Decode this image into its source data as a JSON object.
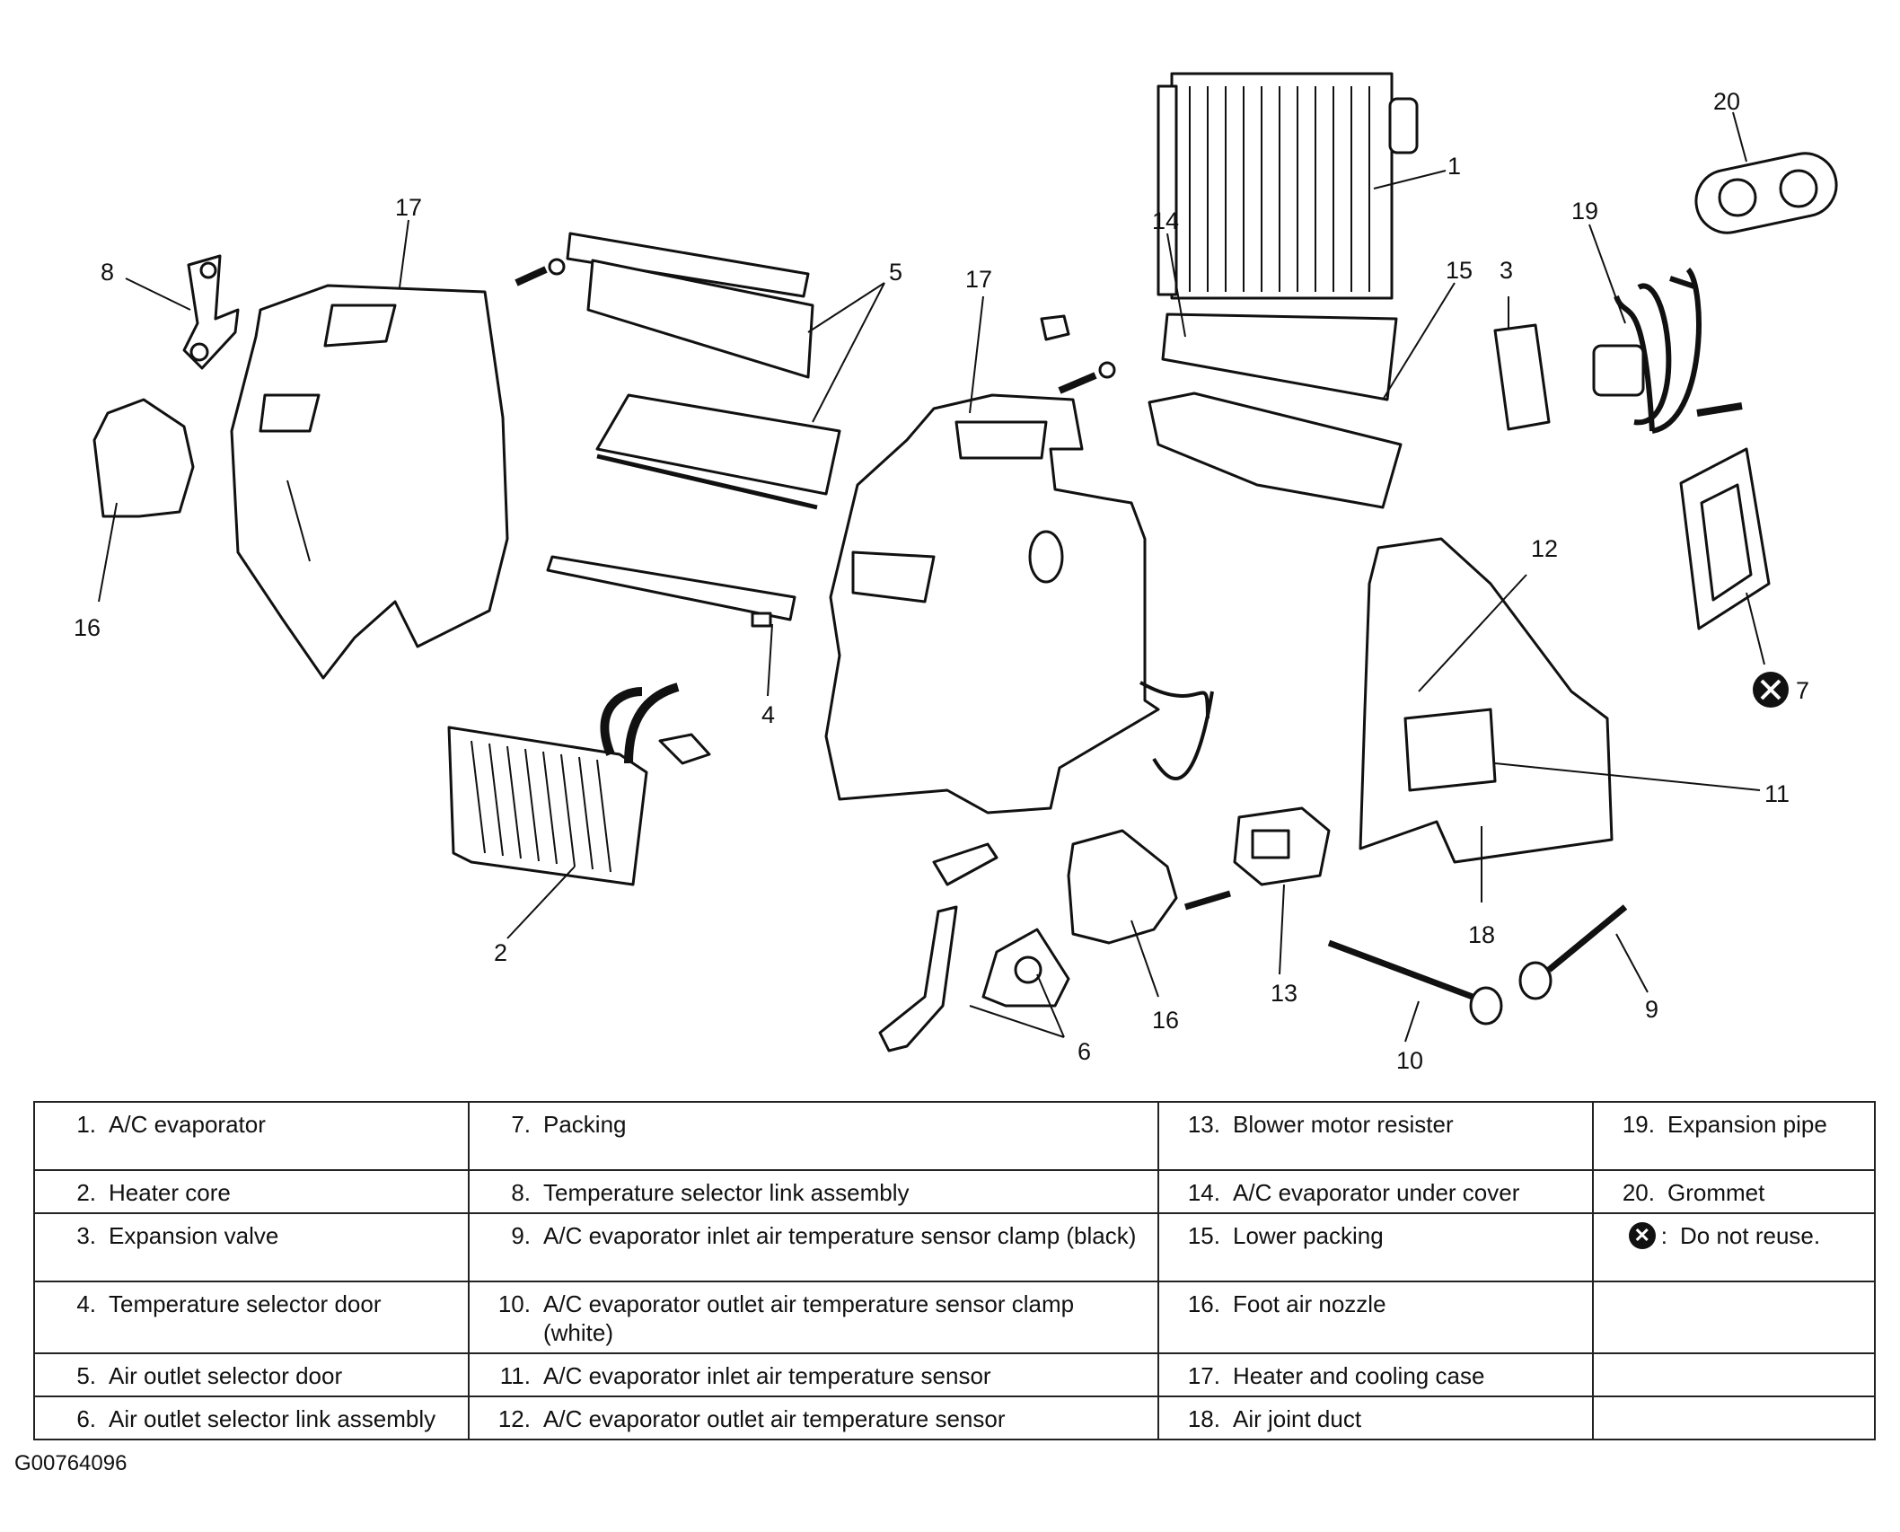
{
  "figure_code": "G00764096",
  "callouts": [
    "1",
    "2",
    "3",
    "4",
    "5",
    "6",
    "7",
    "8",
    "9",
    "10",
    "11",
    "12",
    "13",
    "14",
    "15",
    "16",
    "16",
    "17",
    "17",
    "18",
    "19",
    "20"
  ],
  "legend": {
    "col1": [
      {
        "num": "1.",
        "label": "A/C evaporator"
      },
      {
        "num": "2.",
        "label": "Heater core"
      },
      {
        "num": "3.",
        "label": "Expansion valve"
      },
      {
        "num": "4.",
        "label": "Temperature selector door"
      },
      {
        "num": "5.",
        "label": "Air outlet selector door"
      },
      {
        "num": "6.",
        "label": "Air outlet selector link assembly"
      }
    ],
    "col2": [
      {
        "num": "7.",
        "label": "Packing"
      },
      {
        "num": "8.",
        "label": "Temperature selector link assembly"
      },
      {
        "num": "9.",
        "label": "A/C evaporator inlet air temperature sensor clamp (black)"
      },
      {
        "num": "10.",
        "label": "A/C evaporator outlet air temperature sensor clamp (white)"
      },
      {
        "num": "11.",
        "label": "A/C evaporator inlet air temperature sensor"
      },
      {
        "num": "12.",
        "label": "A/C evaporator outlet air temperature sensor"
      }
    ],
    "col3": [
      {
        "num": "13.",
        "label": "Blower motor resister"
      },
      {
        "num": "14.",
        "label": "A/C evaporator under cover"
      },
      {
        "num": "15.",
        "label": "Lower packing"
      },
      {
        "num": "16.",
        "label": "Foot air nozzle"
      },
      {
        "num": "17.",
        "label": "Heater and cooling case"
      },
      {
        "num": "18.",
        "label": "Air joint duct"
      }
    ],
    "col4": [
      {
        "num": "19.",
        "label": "Expansion pipe"
      },
      {
        "num": "20.",
        "label": "Grommet"
      }
    ],
    "symbol_note": {
      "sep": ":",
      "label": "Do not reuse."
    }
  },
  "icons": {
    "do_not_reuse": "x-circle-icon"
  },
  "colors": {
    "ink": "#111111",
    "background": "#ffffff"
  }
}
